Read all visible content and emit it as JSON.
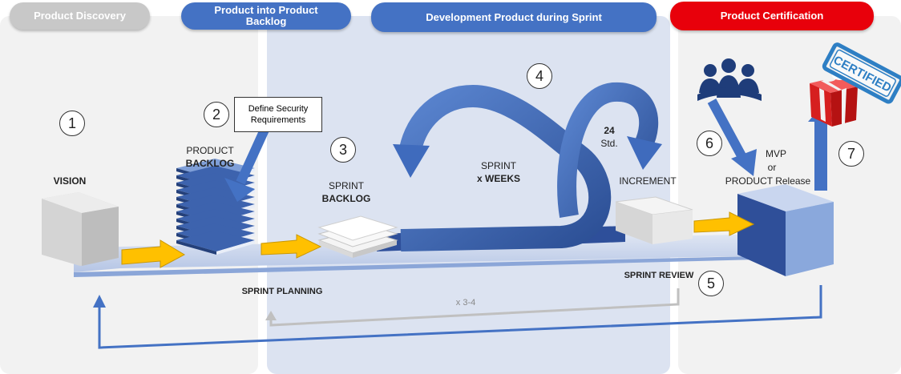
{
  "phases": {
    "discovery": "Product Discovery",
    "backlog": "Product into Product Backlog",
    "sprint": "Development  Product during Sprint",
    "certification": "Product Certification"
  },
  "steps": [
    "1",
    "2",
    "3",
    "4",
    "5",
    "6",
    "7"
  ],
  "labels": {
    "vision": "VISION",
    "product_backlog_line1": "PRODUCT",
    "product_backlog_line2": "BACKLOG",
    "security_line1": "Define Security",
    "security_line2": "Requirements",
    "sprint_backlog_line1": "SPRINT",
    "sprint_backlog_line2": "BACKLOG",
    "sprint_line1": "SPRINT",
    "sprint_line2": "x WEEKS",
    "daily_line1": "24",
    "daily_line2": "Std.",
    "increment": "INCREMENT",
    "mvp_line1": "MVP",
    "mvp_line2": "or",
    "mvp_line3": "PRODUCT Release",
    "sprint_planning": "SPRINT PLANNING",
    "sprint_review": "SPRINT REVIEW",
    "loop_count": "x 3-4",
    "certified_stamp": "CERTIFIED"
  },
  "icons": [
    "team-icon",
    "gift-box-icon",
    "certified-stamp-icon"
  ],
  "colors": {
    "gray_pill": "#c8c8c8",
    "blue_pill": "#4472c4",
    "red_pill": "#e8000b",
    "sprint_panel": "#dde4f2",
    "side_panel": "#f3f3f3",
    "arrow_blue": "#4472c4",
    "arrow_yellow": "#ffc000"
  }
}
